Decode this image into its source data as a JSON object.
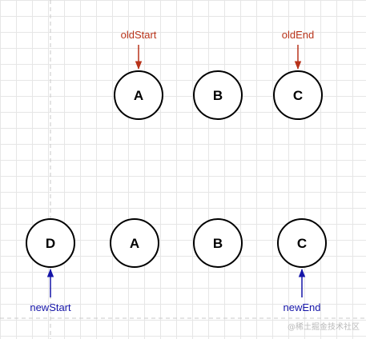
{
  "nodes": {
    "old": [
      "A",
      "B",
      "C"
    ],
    "new": [
      "D",
      "A",
      "B",
      "C"
    ]
  },
  "pointers": {
    "old_start": "oldStart",
    "old_end": "oldEnd",
    "new_start": "newStart",
    "new_end": "newEnd"
  },
  "colors": {
    "old_pointer": "#b8331a",
    "new_pointer": "#1515a8",
    "grid": "#e6e6e6",
    "dashed_guide": "#c8c8c8",
    "node_stroke": "#000000"
  },
  "watermark": "@稀土掘金技术社区"
}
